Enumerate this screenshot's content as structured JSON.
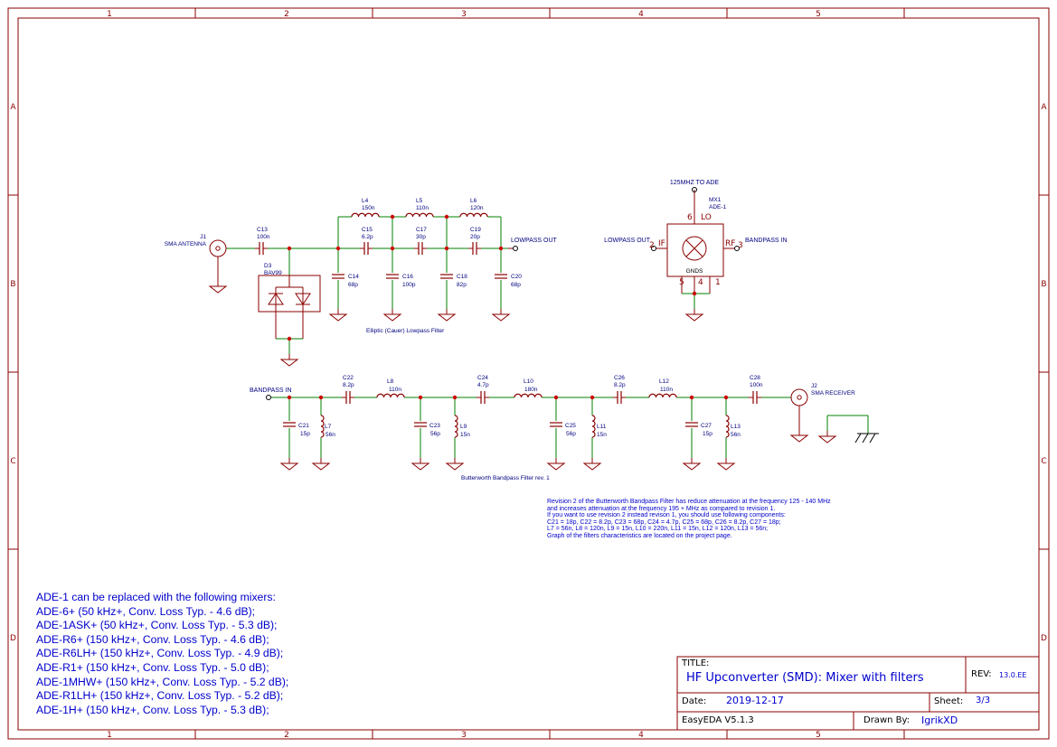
{
  "frame": {
    "columns": [
      "1",
      "2",
      "3",
      "4",
      "5"
    ],
    "rows": [
      "A",
      "B",
      "C",
      "D"
    ]
  },
  "lowpass": {
    "connector": {
      "ref": "J1",
      "name": "SMA ANTENNA"
    },
    "cap_in": {
      "ref": "C13",
      "value": "100n"
    },
    "diode": {
      "ref": "D3",
      "value": "BAV99"
    },
    "inductors": [
      {
        "ref": "L4",
        "value": "150n"
      },
      {
        "ref": "L5",
        "value": "110n"
      },
      {
        "ref": "L6",
        "value": "120n"
      }
    ],
    "series_caps": [
      {
        "ref": "C15",
        "value": "6.2p"
      },
      {
        "ref": "C17",
        "value": "30p"
      },
      {
        "ref": "C19",
        "value": "20p"
      }
    ],
    "shunt_caps": [
      {
        "ref": "C14",
        "value": "68p"
      },
      {
        "ref": "C16",
        "value": "100p"
      },
      {
        "ref": "C18",
        "value": "82p"
      },
      {
        "ref": "C20",
        "value": "68p"
      }
    ],
    "out_label": "LOWPASS OUT",
    "caption": "Elliptic (Cauer) Lowpass Filter"
  },
  "mixer": {
    "ref": "MX1",
    "value": "ADE-1",
    "lo_net": "125MHZ TO ADE",
    "if_net": "LOWPASS OUT",
    "rf_net": "BANDPASS IN",
    "pins": {
      "lo_num": "6",
      "lo": "LO",
      "if_num": "2",
      "if": "IF",
      "rf": "RF",
      "rf_num": "3",
      "gnd": "GNDS",
      "g5": "5",
      "g4": "4",
      "g1": "1"
    }
  },
  "bandpass": {
    "in_label": "BANDPASS IN",
    "series": [
      {
        "ref": "C22",
        "value": "8.2p"
      },
      {
        "ref": "L8",
        "value": "110n"
      },
      {
        "ref": "C24",
        "value": "4.7p"
      },
      {
        "ref": "L10",
        "value": "180n"
      },
      {
        "ref": "C26",
        "value": "8.2p"
      },
      {
        "ref": "L12",
        "value": "110n"
      },
      {
        "ref": "C28",
        "value": "100n"
      }
    ],
    "shunt_caps": [
      {
        "ref": "C21",
        "value": "15p"
      },
      {
        "ref": "C23",
        "value": "56p"
      },
      {
        "ref": "C25",
        "value": "56p"
      },
      {
        "ref": "C27",
        "value": "15p"
      }
    ],
    "shunt_inds": [
      {
        "ref": "L7",
        "value": "56n"
      },
      {
        "ref": "L9",
        "value": "15n"
      },
      {
        "ref": "L11",
        "value": "15n"
      },
      {
        "ref": "L13",
        "value": "56n"
      }
    ],
    "connector": {
      "ref": "J2",
      "name": "SMA RECEIVER"
    },
    "caption": "Butterworth Bandpass Filter rev. 1"
  },
  "revision_note": [
    "Revision 2 of the Butterworth Bandpass Filter has reduce attenuation at the frequency 125 - 140 MHz",
    "and increases attenuation at the frequency 195 + MHz as compared to revision 1.",
    "If you want to use revision 2 instead revison 1, you should use following components:",
    "C21 = 18p, C22 = 8.2p, C23 = 68p, C24 = 4.7p, C25 = 68p, C26 = 8.2p, C27 = 18p;",
    "L7 = 56n, L8 = 120n, L9 = 15n, L10 = 220n, L11 = 15n, L12 = 120n, L13 = 56n;",
    "Graph of the filters characteristics are located on the project page."
  ],
  "mixer_note": [
    "ADE-1 can be replaced with the following mixers:",
    "ADE-6+ (50 kHz+, Conv. Loss Typ. - 4.6 dB);",
    "ADE-1ASK+ (50 kHz+, Conv. Loss Typ. - 5.3 dB);",
    "ADE-R6+ (150 kHz+, Conv. Loss Typ. - 4.6 dB);",
    "ADE-R6LH+ (150 kHz+, Conv. Loss Typ. - 4.9 dB);",
    "ADE-R1+ (150 kHz+, Conv. Loss Typ. - 5.0 dB);",
    "ADE-1MHW+ (150 kHz+, Conv. Loss Typ. - 5.2 dB);",
    "ADE-R1LH+ (150 kHz+, Conv. Loss Typ. - 5.2 dB);",
    "ADE-1H+ (150 kHz+, Conv. Loss Typ. - 5.3 dB);"
  ],
  "title_block": {
    "title_label": "TITLE:",
    "title": "HF Upconverter (SMD): Mixer with filters",
    "rev_label": "REV:",
    "rev": "13.0.EE",
    "date_label": "Date:",
    "date": "2019-12-17",
    "sheet_label": "Sheet:",
    "sheet": "3/3",
    "tool": "EasyEDA V5.1.3",
    "drawn_label": "Drawn By:",
    "drawn_by": "IgrikXD"
  },
  "colors": {
    "frame": "#8b0000",
    "wire": "#008000",
    "text": "#000080",
    "note": "#0000cc",
    "junction": "#cc0000"
  }
}
